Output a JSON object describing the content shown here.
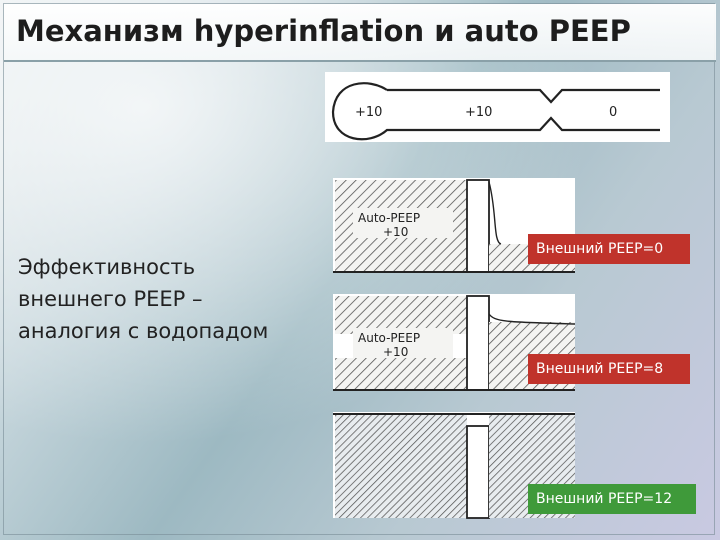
{
  "slide": {
    "title": "Механизм hyperinflation и auto PEEP",
    "body_lines": [
      "Эффективность",
      "внешнего PEEP –",
      "аналогия с водопадом"
    ]
  },
  "lung_model": {
    "pressures": [
      "+10",
      "+10",
      "0"
    ]
  },
  "waterfall_panels": [
    {
      "inner_label": [
        "Auto-PEEP",
        "+10"
      ],
      "badge": "Внешний PEEP=0",
      "badge_color": "#c0332b"
    },
    {
      "inner_label": [
        "Auto-PEEP",
        "+10"
      ],
      "badge": "Внешний PEEP=8",
      "badge_color": "#c0332b"
    },
    {
      "badge": "Внешний PEEP=12",
      "badge_color": "#3f9a3a"
    }
  ]
}
